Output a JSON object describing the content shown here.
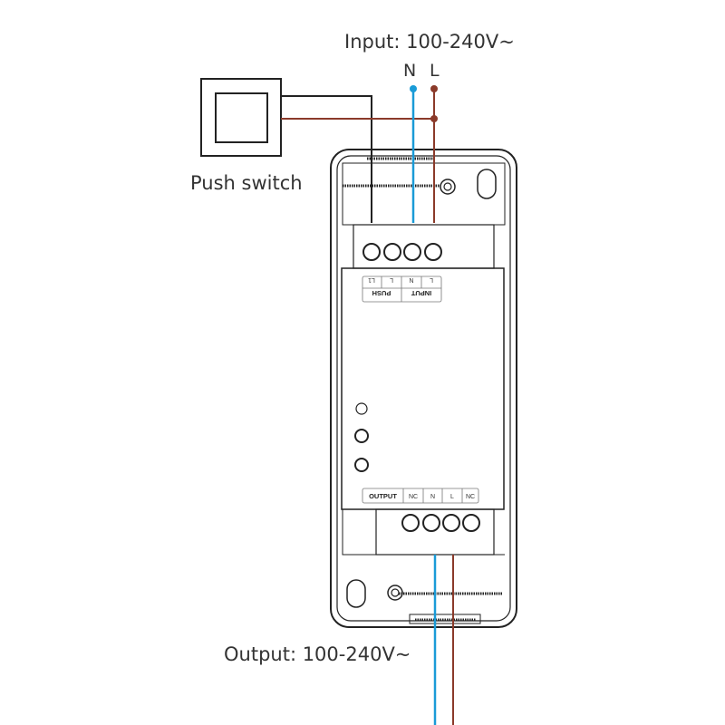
{
  "labels": {
    "input": "Input: 100-240V~",
    "n": "N",
    "l": "L",
    "push_switch": "Push switch",
    "output": "Output: 100-240V~"
  },
  "top_terminal_label": {
    "pins": [
      "L1",
      "L",
      "N",
      "L"
    ],
    "groups": [
      "PUSH",
      "INPUT"
    ]
  },
  "bottom_terminal_label": {
    "title": "OUTPUT",
    "pins": [
      "NC",
      "N",
      "L",
      "NC"
    ]
  },
  "colors": {
    "neutral_wire": "#1a9bd7",
    "live_wire": "#8b3a2a",
    "switch_wire": "#222222"
  }
}
